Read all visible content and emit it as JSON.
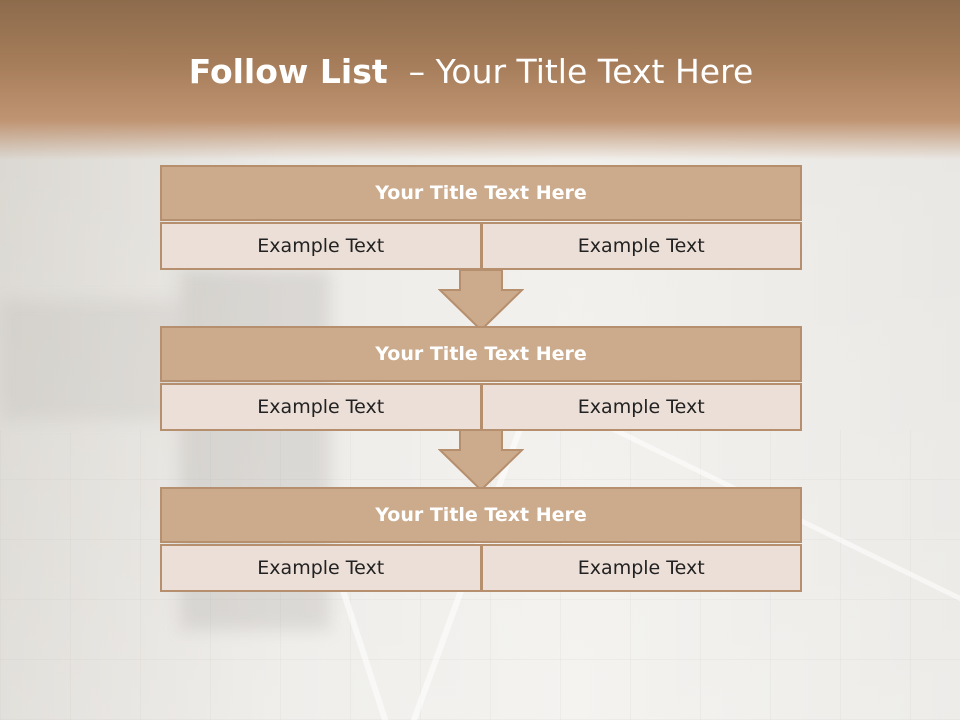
{
  "slide": {
    "title": {
      "bold": "Follow List",
      "rest": "  – Your Title Text Here"
    },
    "steps": [
      {
        "title": "Your Title Text Here",
        "left": "Example Text",
        "right": "Example Text"
      },
      {
        "title": "Your Title Text Here",
        "left": "Example Text",
        "right": "Example Text"
      },
      {
        "title": "Your Title Text Here",
        "left": "Example Text",
        "right": "Example Text"
      }
    ],
    "colors": {
      "header_fill": "#ccab8d",
      "border": "#b68f6e",
      "cell_fill": "#ecdfd7",
      "title_band": "#a67d5a"
    },
    "icons": [
      "down-arrow-icon",
      "down-arrow-icon"
    ]
  }
}
